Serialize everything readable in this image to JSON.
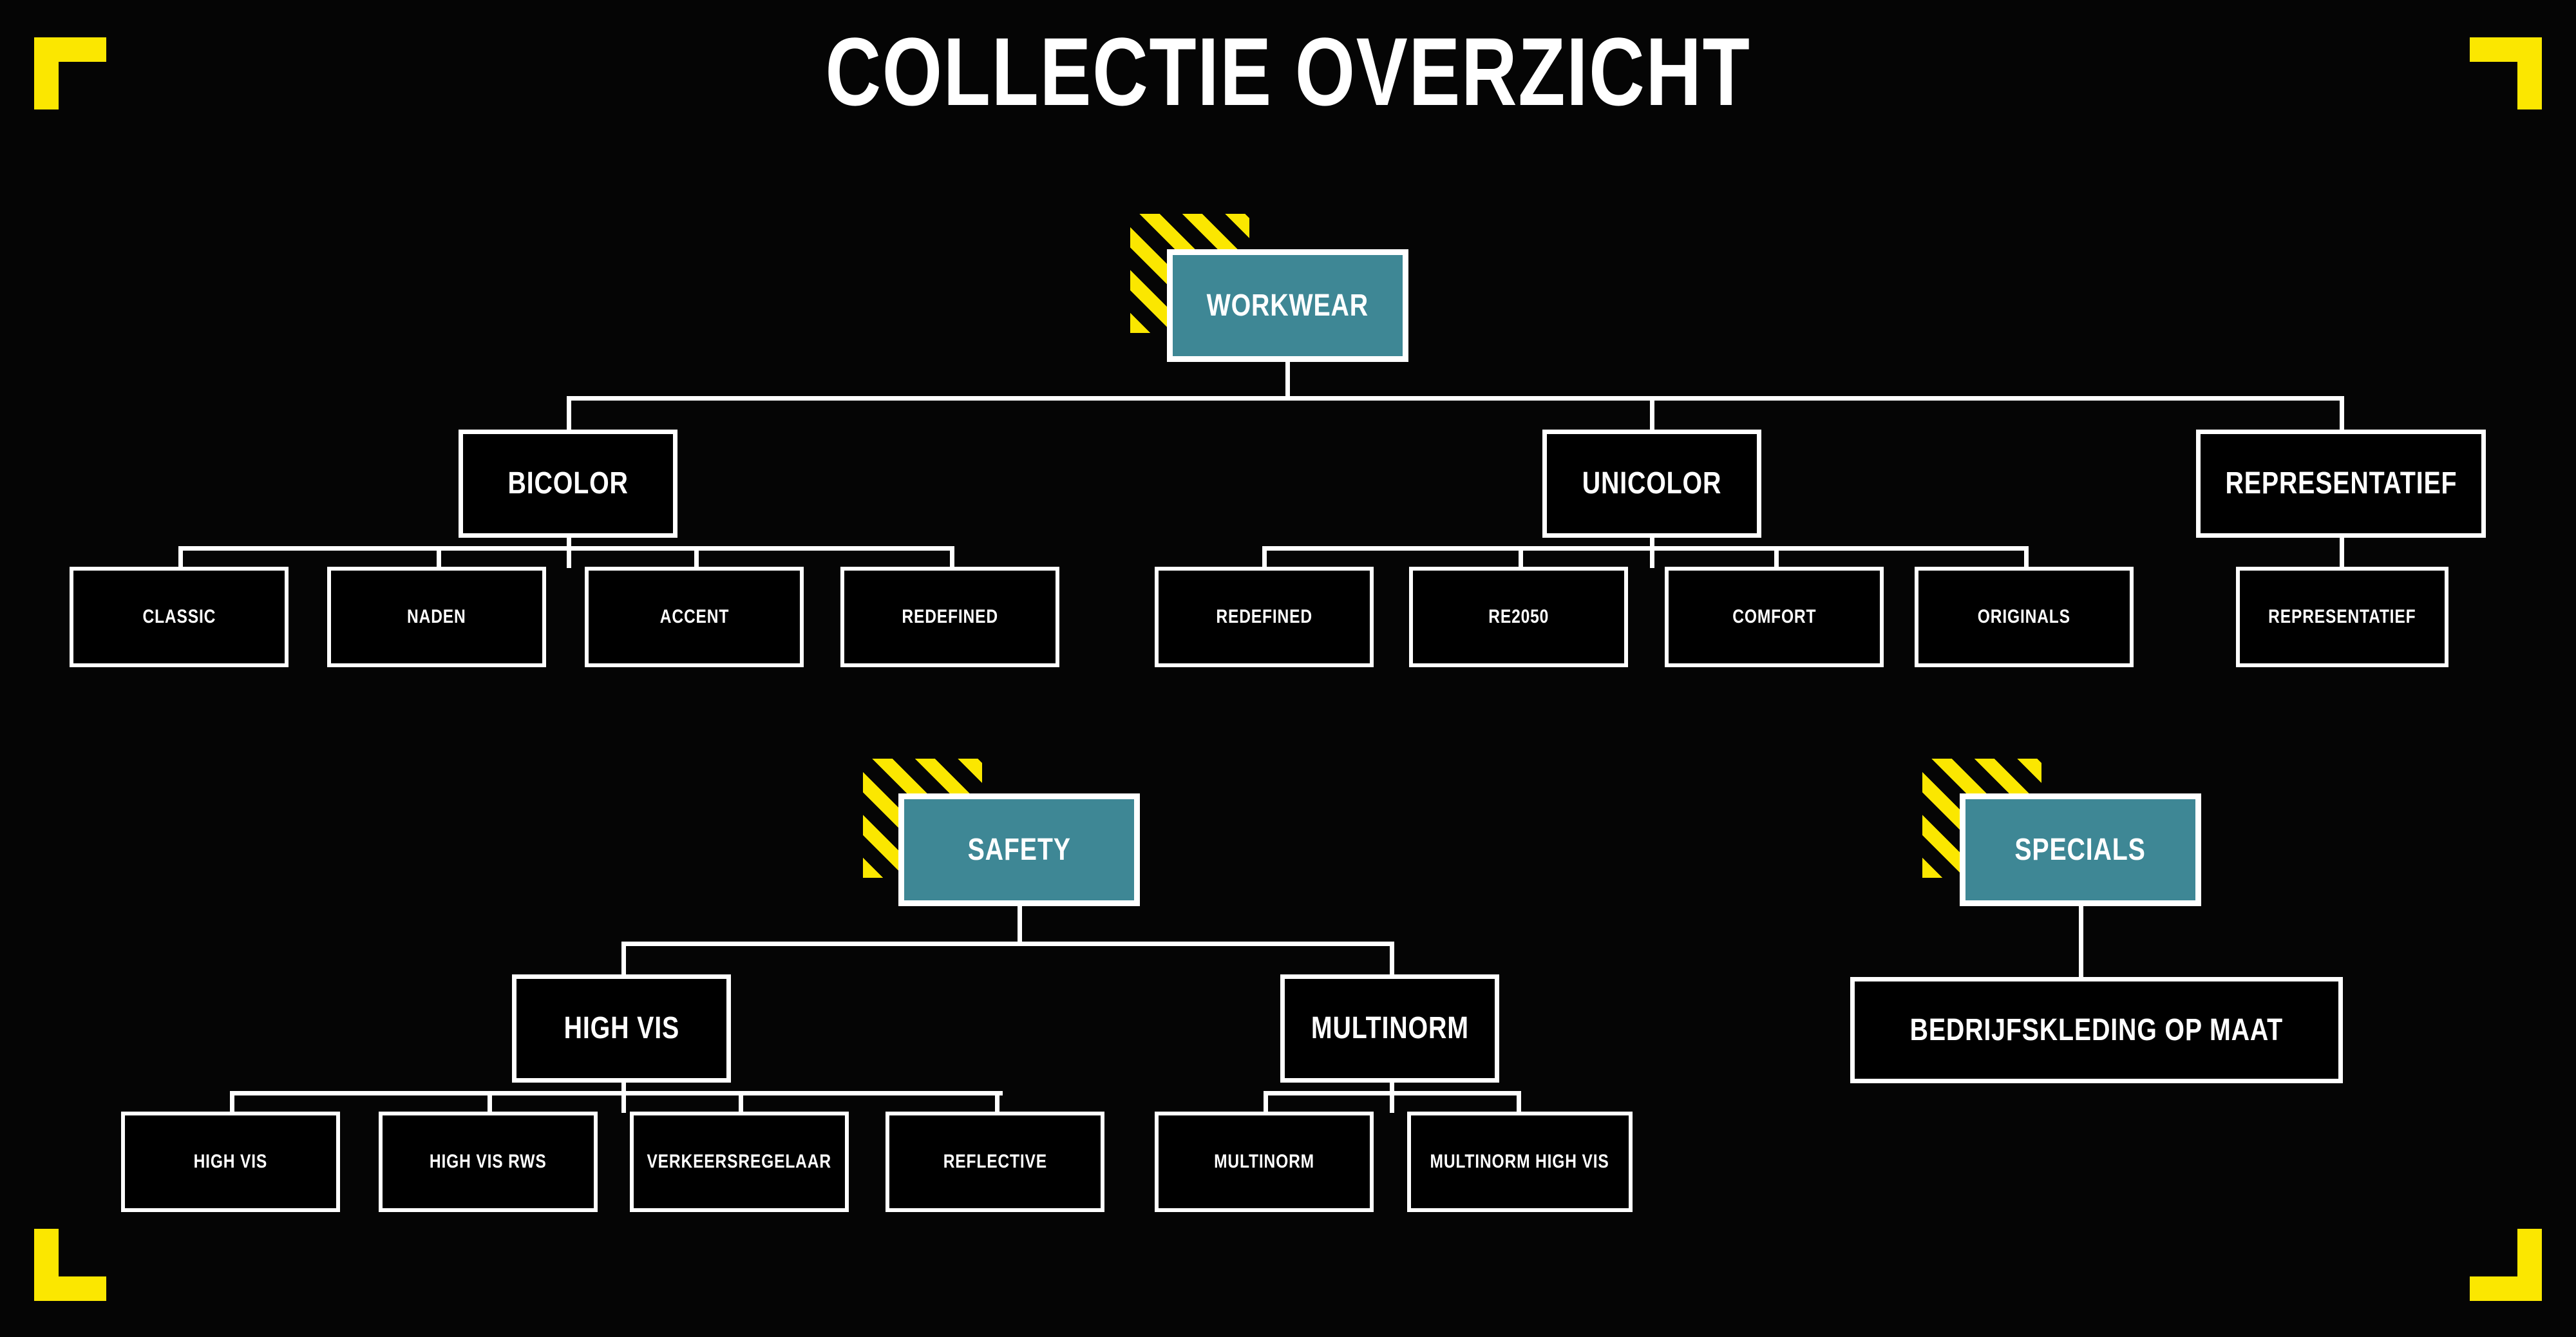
{
  "page": {
    "title": "COLLECTIE OVERZICHT",
    "background_color": "#000000",
    "accent_yellow": "#FBE700",
    "accent_teal": "#3E8795",
    "line_color": "#FFFFFF"
  },
  "corner_marks": {
    "top_left": "corner-bracket",
    "top_right": "corner-bracket",
    "bottom_left": "corner-bracket",
    "bottom_right": "corner-bracket"
  },
  "chart_data": {
    "type": "tree",
    "title": "COLLECTIE OVERZICHT",
    "roots": [
      {
        "label": "WORKWEAR",
        "style": "teal-highlight",
        "children": [
          {
            "label": "BICOLOR",
            "children": [
              {
                "label": "CLASSIC"
              },
              {
                "label": "NADEN"
              },
              {
                "label": "ACCENT"
              },
              {
                "label": "REDEFINED"
              }
            ]
          },
          {
            "label": "UNICOLOR",
            "children": [
              {
                "label": "REDEFINED"
              },
              {
                "label": "RE2050"
              },
              {
                "label": "COMFORT"
              },
              {
                "label": "ORIGINALS"
              }
            ]
          },
          {
            "label": "REPRESENTATIEF",
            "children": [
              {
                "label": "REPRESENTATIEF"
              }
            ]
          }
        ]
      },
      {
        "label": "SAFETY",
        "style": "teal-highlight",
        "children": [
          {
            "label": "HIGH VIS",
            "children": [
              {
                "label": "HIGH VIS"
              },
              {
                "label": "HIGH VIS RWS"
              },
              {
                "label": "VERKEERSREGELAAR"
              },
              {
                "label": "REFLECTIVE"
              }
            ]
          },
          {
            "label": "MULTINORM",
            "children": [
              {
                "label": "MULTINORM"
              },
              {
                "label": "MULTINORM HIGH VIS"
              }
            ]
          }
        ]
      },
      {
        "label": "SPECIALS",
        "style": "teal-highlight",
        "children": [
          {
            "label": "BEDRIJFSKLEDING OP MAAT"
          }
        ]
      }
    ]
  },
  "nodes": {
    "workwear": "WORKWEAR",
    "bicolor": "BICOLOR",
    "unicolor": "UNICOLOR",
    "representatief": "REPRESENTATIEF",
    "bicolor_1": "CLASSIC",
    "bicolor_2": "NADEN",
    "bicolor_3": "ACCENT",
    "bicolor_4": "REDEFINED",
    "unicolor_1": "REDEFINED",
    "unicolor_2": "RE2050",
    "unicolor_3": "COMFORT",
    "unicolor_4": "ORIGINALS",
    "representatief_1": "REPRESENTATIEF",
    "safety": "SAFETY",
    "highvis": "HIGH VIS",
    "multinorm": "MULTINORM",
    "highvis_1": "HIGH VIS",
    "highvis_2": "HIGH VIS RWS",
    "highvis_3": "VERKEERSREGELAAR",
    "highvis_4": "REFLECTIVE",
    "multinorm_1": "MULTINORM",
    "multinorm_2": "MULTINORM HIGH VIS",
    "specials": "SPECIALS",
    "specials_1": "BEDRIJFSKLEDING OP MAAT"
  }
}
